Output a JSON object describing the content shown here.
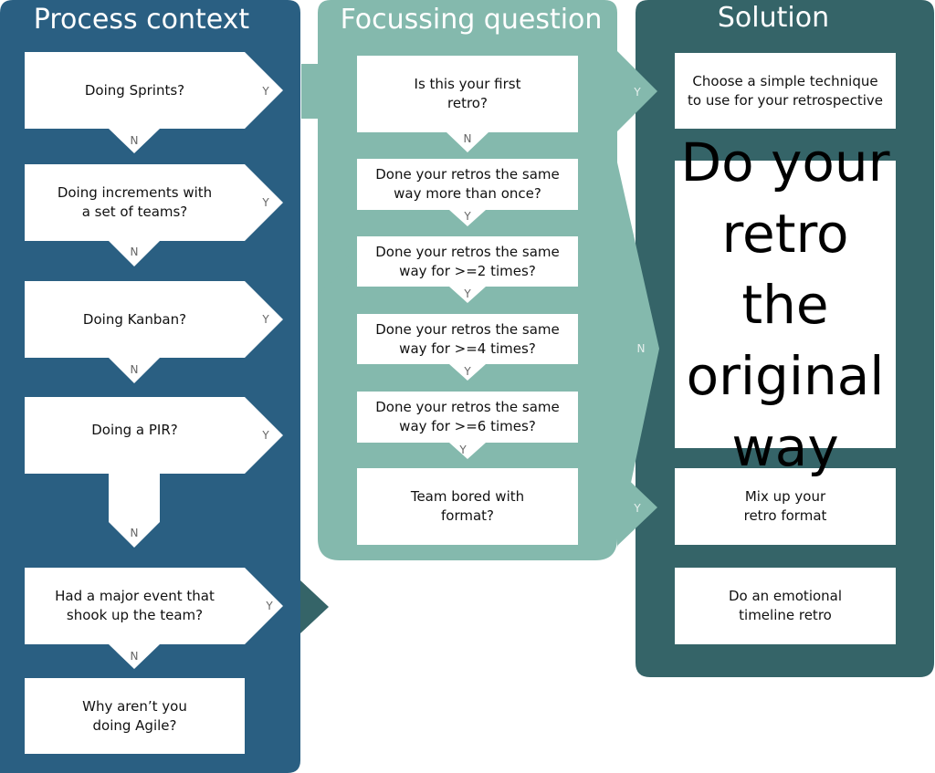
{
  "colors": {
    "process_panel": "#2a5f82",
    "question_panel": "#84b9ad",
    "solution_panel": "#356468",
    "box": "#ffffff",
    "text": "#111111",
    "edge_label": "#666666"
  },
  "columns": {
    "process": {
      "title": "Process context"
    },
    "question": {
      "title": "Focussing question"
    },
    "solution": {
      "title": "Solution"
    }
  },
  "process_steps": [
    {
      "text": "Doing Sprints?",
      "yes": "Y",
      "no": "N"
    },
    {
      "text": "Doing increments with\na set of teams?",
      "yes": "Y",
      "no": "N"
    },
    {
      "text": "Doing Kanban?",
      "yes": "Y",
      "no": "N"
    },
    {
      "text": "Doing a PIR?",
      "yes": "Y",
      "no": "N"
    },
    {
      "text": "Had a major event that\nshook up the team?",
      "yes": "Y",
      "no": "N"
    },
    {
      "text": "Why aren’t you\ndoing Agile?"
    }
  ],
  "question_steps": [
    {
      "text": "Is this your first\nretro?",
      "yes": "Y",
      "no": "N"
    },
    {
      "text": "Done your retros the same\nway more than once?",
      "yes": "Y"
    },
    {
      "text": "Done your retros the same\nway for >=2 times?",
      "yes": "Y"
    },
    {
      "text": "Done your retros the same\nway for >=4 times?",
      "yes": "Y"
    },
    {
      "text": "Done your retros the same\nway for >=6 times?",
      "yes": "Y"
    },
    {
      "text": "Team bored with\nformat?",
      "yes": "Y"
    }
  ],
  "solutions": [
    {
      "text": "Choose a simple technique\nto use for your retrospective"
    },
    {
      "text": "Do your\nretro the\noriginal\nway",
      "entry": "N"
    },
    {
      "text": "Mix up your\nretro format"
    },
    {
      "text": "Do an emotional\ntimeline retro"
    }
  ]
}
